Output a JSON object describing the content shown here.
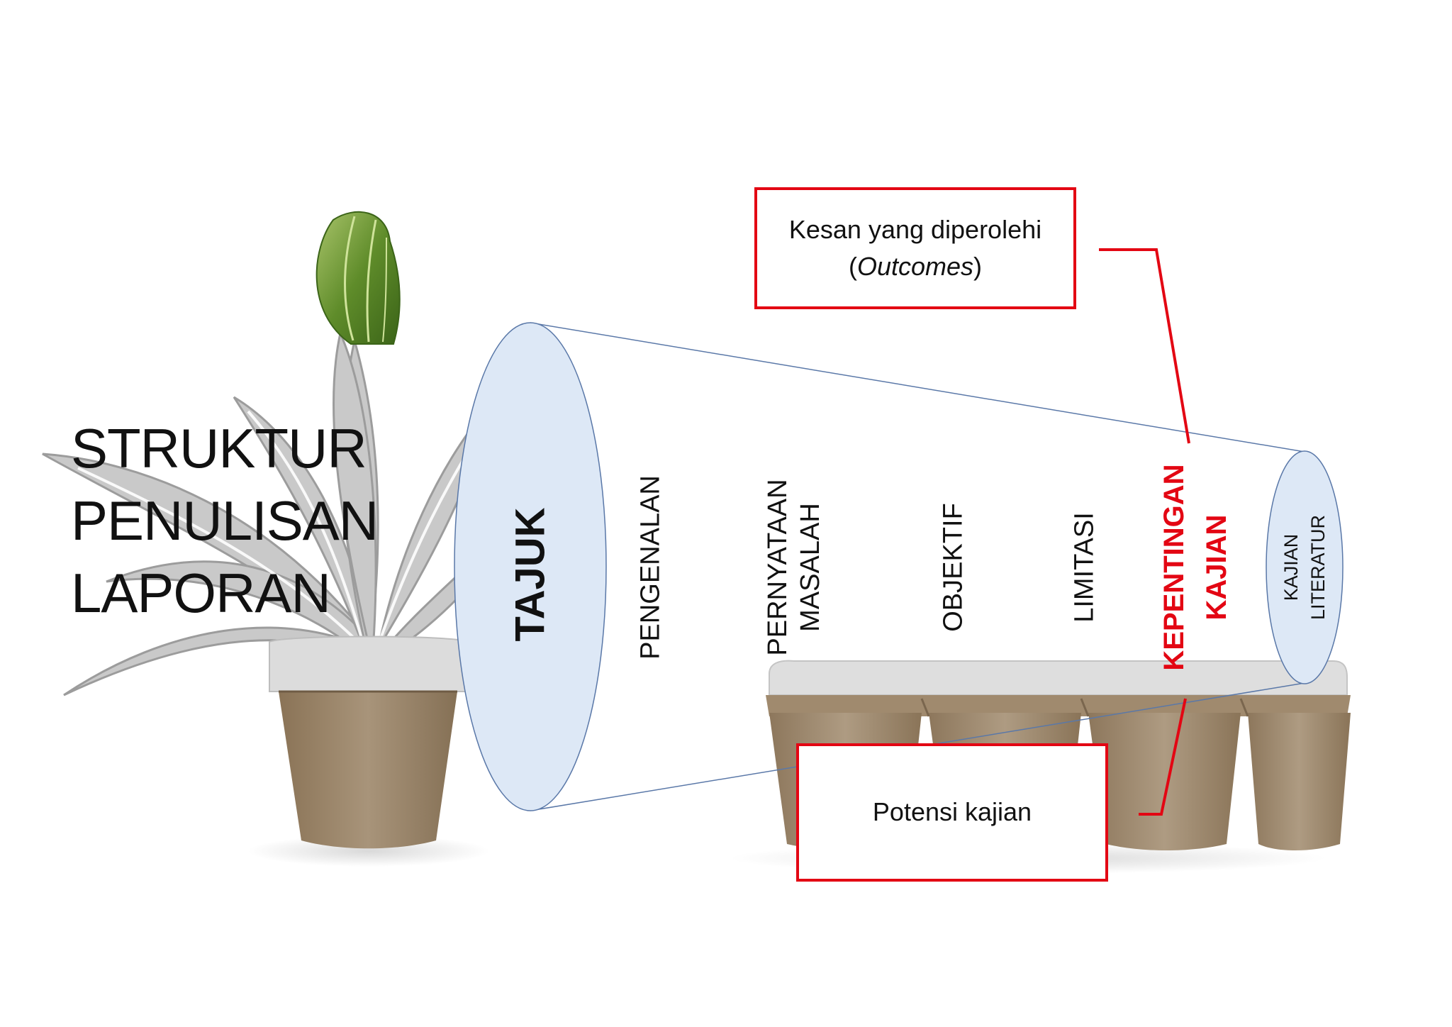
{
  "title_lines": [
    "STRUKTUR",
    "PENULISAN",
    "LAPORAN"
  ],
  "cone": {
    "start_label": "TAJUK",
    "end_label_lines": [
      "KAJIAN",
      "LITERATUR"
    ]
  },
  "sections": [
    {
      "lines": [
        "PENGENALAN"
      ]
    },
    {
      "lines": [
        "PERNYATAAN",
        "MASALAH"
      ]
    },
    {
      "lines": [
        "OBJEKTIF"
      ]
    },
    {
      "lines": [
        "LIMITASI"
      ]
    },
    {
      "lines": [
        "KEPENTINGAN",
        "KAJIAN"
      ],
      "highlight": true
    }
  ],
  "callouts": {
    "outcomes": {
      "line1": "Kesan yang diperolehi",
      "paren_open": "(",
      "italic": "Outcomes",
      "paren_close": ")"
    },
    "potential": {
      "text": "Potensi kajian"
    }
  },
  "colors": {
    "accent_red": "#e30613",
    "ellipse_fill": "#dde8f6",
    "ellipse_stroke": "#5a78a8",
    "leaf_green": "#5f8c2a",
    "pot_brown": "#9b8467"
  },
  "icons": [
    "plant-in-pot-image",
    "seedling-tray-image"
  ]
}
